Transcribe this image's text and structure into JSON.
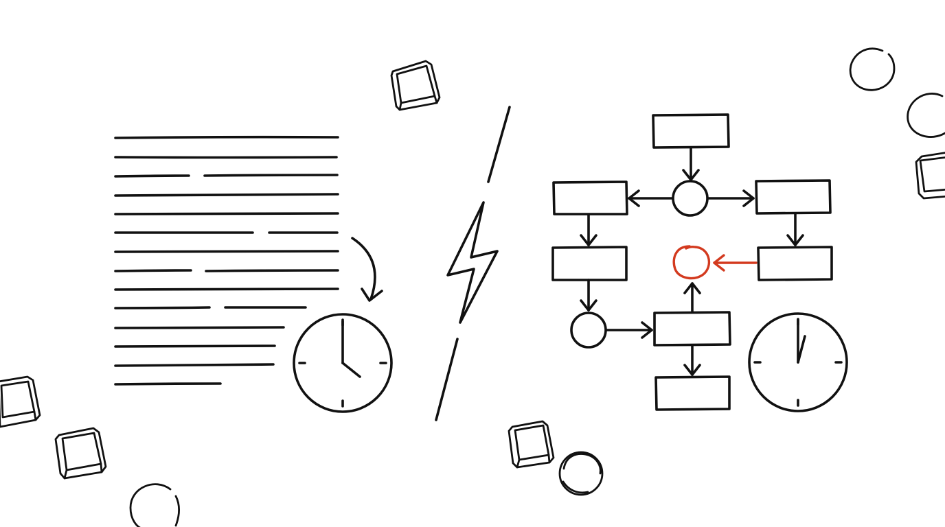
{
  "colors": {
    "ink": "#111111",
    "accent": "#d33a1f",
    "background": "#ffffff"
  },
  "left_panel": {
    "text_lines": 14,
    "icons": [
      "text-document-icon",
      "curved-arrow-icon",
      "clock-icon"
    ],
    "clock": {
      "hour": 4,
      "minute": 0
    }
  },
  "divider": {
    "icon": "lightning-bolt-icon"
  },
  "right_panel": {
    "icons": [
      "flowchart-icon",
      "clock-icon"
    ],
    "highlight_node_color": "#d33a1f",
    "clock": {
      "hour": 12,
      "minute": 5
    }
  },
  "decorations": [
    "keycap-icon",
    "circle-icon",
    "key-button-icon"
  ]
}
